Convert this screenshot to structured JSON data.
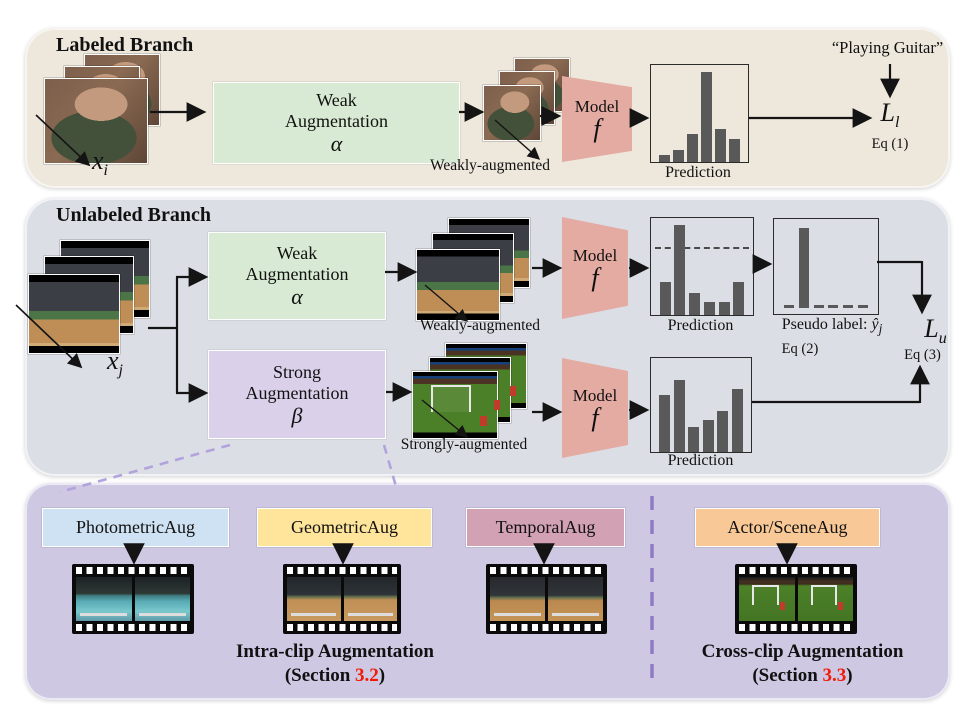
{
  "panels": {
    "labeled": {
      "title": "Labeled Branch",
      "input": {
        "base": "x",
        "sub": "i"
      },
      "weak_aug": {
        "line1": "Weak",
        "line2": "Augmentation",
        "symbol": "α"
      },
      "weakly_augmented_label": "Weakly-augmented",
      "model": {
        "label": "Model",
        "symbol": "f"
      },
      "prediction_label": "Prediction",
      "class_label": "“Playing Guitar”",
      "loss": {
        "base": "L",
        "sub": "l"
      },
      "eq": "Eq (1)"
    },
    "unlabeled": {
      "title": "Unlabeled Branch",
      "input": {
        "base": "x",
        "sub": "j"
      },
      "weak_aug": {
        "line1": "Weak",
        "line2": "Augmentation",
        "symbol": "α"
      },
      "strong_aug": {
        "line1": "Strong",
        "line2": "Augmentation",
        "symbol": "β"
      },
      "weakly_augmented_label": "Weakly-augmented",
      "strongly_augmented_label": "Strongly-augmented",
      "model_weak": {
        "label": "Model",
        "symbol": "f"
      },
      "model_strong": {
        "label": "Model",
        "symbol": "f"
      },
      "prediction_label_weak": "Prediction",
      "prediction_label_strong": "Prediction",
      "pseudo_label": {
        "text": "Pseudo label:",
        "symbol": "ŷ",
        "sub": "j"
      },
      "eq2": "Eq (2)",
      "loss": {
        "base": "L",
        "sub": "u"
      },
      "eq3": "Eq (3)"
    },
    "augmentation": {
      "boxes": [
        {
          "label": "PhotometricAug",
          "color": "#cfe2f3"
        },
        {
          "label": "GeometricAug",
          "color": "#ffe59b"
        },
        {
          "label": "TemporalAug",
          "color": "#d2a1b4"
        },
        {
          "label": "Actor/SceneAug",
          "color": "#f8c997"
        }
      ],
      "intra": {
        "title": "Intra-clip Augmentation",
        "section_prefix": "(Section ",
        "section_number": "3.2",
        "section_suffix": ")"
      },
      "cross": {
        "title": "Cross-clip Augmentation",
        "section_prefix": "(Section ",
        "section_number": "3.3",
        "section_suffix": ")"
      }
    }
  },
  "prediction_bars": {
    "labeled_prediction": [
      0.08,
      0.13,
      0.3,
      0.97,
      0.35,
      0.25
    ],
    "unlabeled_weak_prediction": [
      0.36,
      0.97,
      0.24,
      0.14,
      0.14,
      0.35
    ],
    "confidence_threshold_from_top": 0.3,
    "pseudo_label": [
      0.03,
      0.94,
      0.03,
      0.03,
      0.03,
      0.03
    ],
    "unlabeled_strong_prediction": [
      0.63,
      0.8,
      0.28,
      0.36,
      0.46,
      0.7
    ]
  },
  "colors": {
    "labeled_panel": "#ede7dc",
    "unlabeled_panel": "#dbdfe5",
    "augmentation_panel": "#cec8e3",
    "weak_aug_box": "#d8ead3",
    "strong_aug_box": "#dad0e9",
    "model_trapezoid": "#e4aba2",
    "bar_gray": "#595959",
    "dashed_purple": "#8d7cc4",
    "section_number_red": "#f21907"
  }
}
